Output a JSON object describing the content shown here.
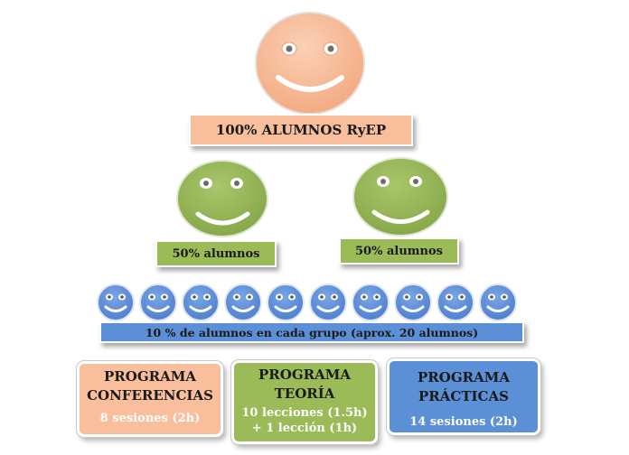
{
  "top": {
    "label": "100% ALUMNOS  RyEP"
  },
  "middle": {
    "left_label": "50% alumnos",
    "right_label": "50% alumnos"
  },
  "groups": {
    "count": 10,
    "label": "10 % de alumnos en cada grupo (aprox. 20 alumnos)"
  },
  "programs": [
    {
      "title_line1": "PROGRAMA",
      "title_line2": "CONFERENCIAS",
      "detail_line1": "8 sesiones (2h)",
      "detail_line2": "",
      "color": "#f9bf9d",
      "detail_color": "#ffffff"
    },
    {
      "title_line1": "PROGRAMA",
      "title_line2": "TEORÍA",
      "detail_line1": "10 lecciones (1.5h)",
      "detail_line2": "+ 1 lección (1h)",
      "color": "#9bbb59",
      "detail_color": "#ffffff"
    },
    {
      "title_line1": "PROGRAMA",
      "title_line2": "PRÁCTICAS",
      "detail_line1": "14 sesiones (2h)",
      "detail_line2": "",
      "color": "#5b8fd6",
      "detail_color": "#ffffff"
    }
  ],
  "colors": {
    "orange": "#f9bf9d",
    "green": "#9bbb59",
    "blue": "#5b8fd6"
  }
}
